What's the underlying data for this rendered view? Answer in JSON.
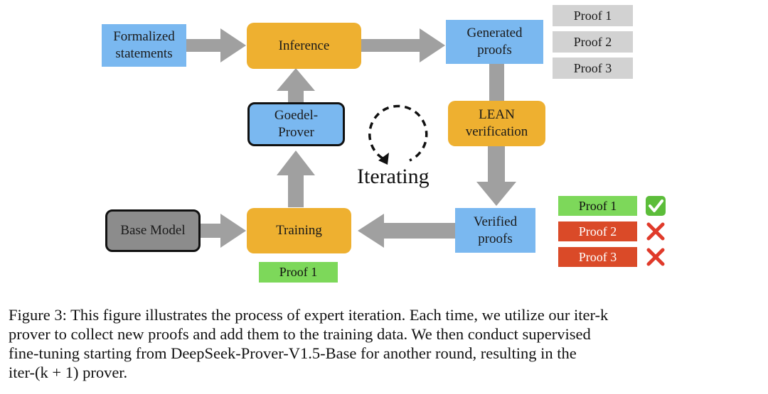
{
  "diagram": {
    "colors": {
      "blue": "#7ab8f0",
      "orange": "#eeb030",
      "grey": "#d2d2d2",
      "green": "#7dd85a",
      "red": "#da4a28",
      "arrow": "#a0a0a0"
    },
    "nodes": {
      "formalized_statements": "Formalized\nstatements",
      "inference": "Inference",
      "generated_proofs": "Generated\nproofs",
      "goedel_prover": "Goedel-\nProver",
      "lean_verification": "LEAN\nverification",
      "base_model": "Base Model",
      "training": "Training",
      "verified_proofs": "Verified\nproofs"
    },
    "generated_list": [
      "Proof 1",
      "Proof 2",
      "Proof 3"
    ],
    "verified_list": [
      {
        "label": "Proof 1",
        "status": "accepted",
        "icon": "check-mark-icon"
      },
      {
        "label": "Proof 2",
        "status": "rejected",
        "icon": "cross-mark-icon"
      },
      {
        "label": "Proof 3",
        "status": "rejected",
        "icon": "cross-mark-icon"
      }
    ],
    "training_proof": "Proof 1",
    "iterating_label": "Iterating"
  },
  "caption": {
    "line1": "Figure 3: This figure illustrates the process of expert iteration. Each time, we utilize our iter-k",
    "line2": "prover to collect new proofs and add them to the training data. We then conduct supervised",
    "line3": "fine-tuning starting from DeepSeek-Prover-V1.5-Base for another round, resulting in the",
    "line4": "iter-(k + 1) prover."
  }
}
